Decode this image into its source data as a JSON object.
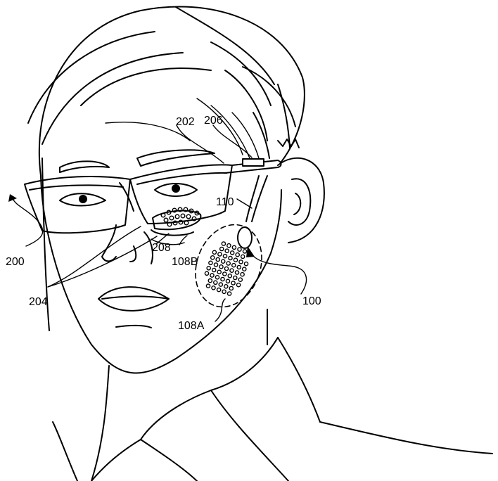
{
  "labels": {
    "l202": "202",
    "l206": "206",
    "l110": "110",
    "l200": "200",
    "l204": "204",
    "l208": "208",
    "l108B": "108B",
    "l100": "100",
    "l108A": "108A"
  },
  "colors": {
    "line": "#000000",
    "background": "#ffffff"
  }
}
